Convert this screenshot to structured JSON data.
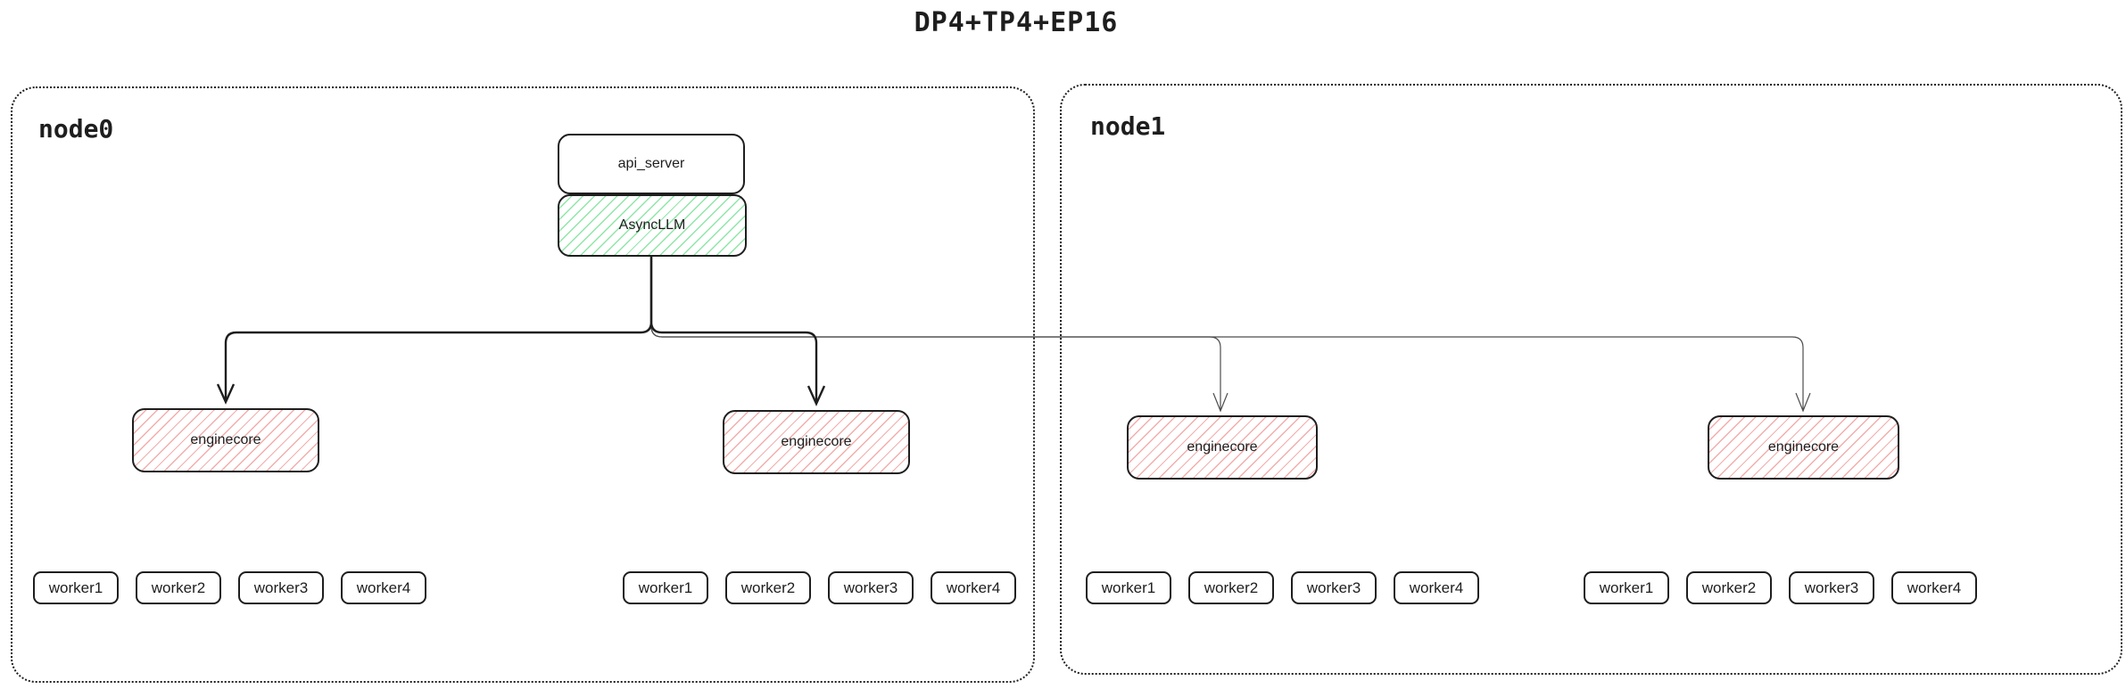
{
  "title": "DP4+TP4+EP16",
  "node0": {
    "label": "node0"
  },
  "node1": {
    "label": "node1"
  },
  "api_server": {
    "label": "api_server"
  },
  "async_llm": {
    "label": "AsyncLLM"
  },
  "enginecores": [
    {
      "label": "enginecore"
    },
    {
      "label": "enginecore"
    },
    {
      "label": "enginecore"
    },
    {
      "label": "enginecore"
    }
  ],
  "worker_groups": [
    {
      "workers": [
        "worker1",
        "worker2",
        "worker3",
        "worker4"
      ]
    },
    {
      "workers": [
        "worker1",
        "worker2",
        "worker3",
        "worker4"
      ]
    },
    {
      "workers": [
        "worker1",
        "worker2",
        "worker3",
        "worker4"
      ]
    },
    {
      "workers": [
        "worker1",
        "worker2",
        "worker3",
        "worker4"
      ]
    }
  ],
  "colors": {
    "stroke": "#1e1e1e",
    "green_hatch": "#8fe6a8",
    "red_hatch": "#f2aeac",
    "thin_line": "#4d4d4d",
    "background": "#ffffff"
  }
}
